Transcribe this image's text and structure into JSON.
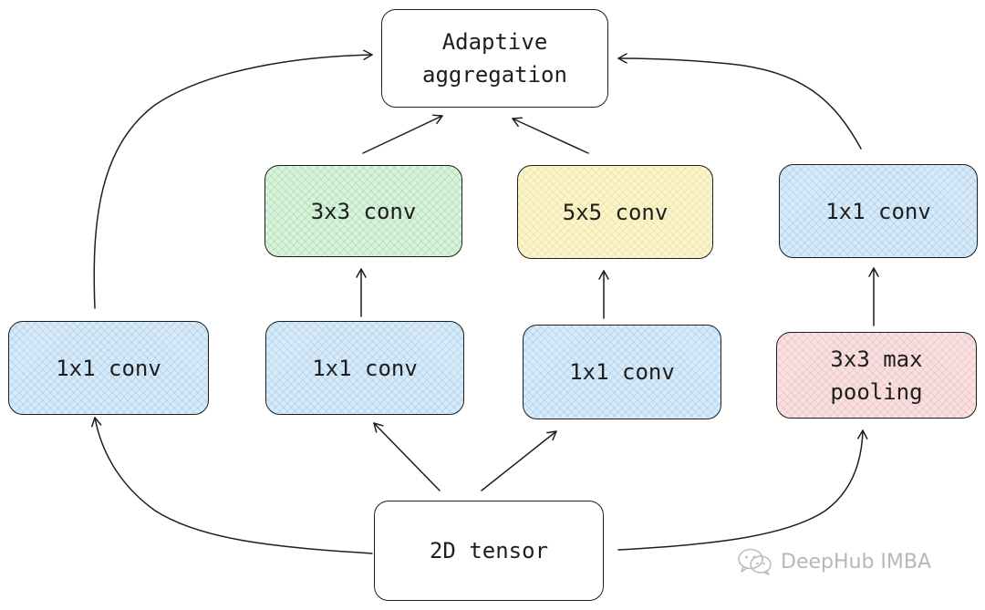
{
  "nodes": {
    "aggregation": {
      "label": "Adaptive\naggregation"
    },
    "branch1_conv1x1": {
      "label": "1x1 conv"
    },
    "branch2_conv1x1": {
      "label": "1x1 conv"
    },
    "branch2_conv3x3": {
      "label": "3x3 conv"
    },
    "branch3_conv1x1": {
      "label": "1x1 conv"
    },
    "branch3_conv5x5": {
      "label": "5x5 conv"
    },
    "branch4_maxpool": {
      "label": "3x3 max\npooling"
    },
    "branch4_conv1x1": {
      "label": "1x1 conv"
    },
    "input": {
      "label": "2D tensor"
    }
  },
  "colors": {
    "blue": "#d6eaf8",
    "green": "#d9f2dc",
    "yellow": "#fbf4cc",
    "pink": "#f9e1e1",
    "stroke": "#1e1e1e"
  },
  "watermark": {
    "text": "DeepHub IMBA",
    "icon": "wechat-icon"
  }
}
